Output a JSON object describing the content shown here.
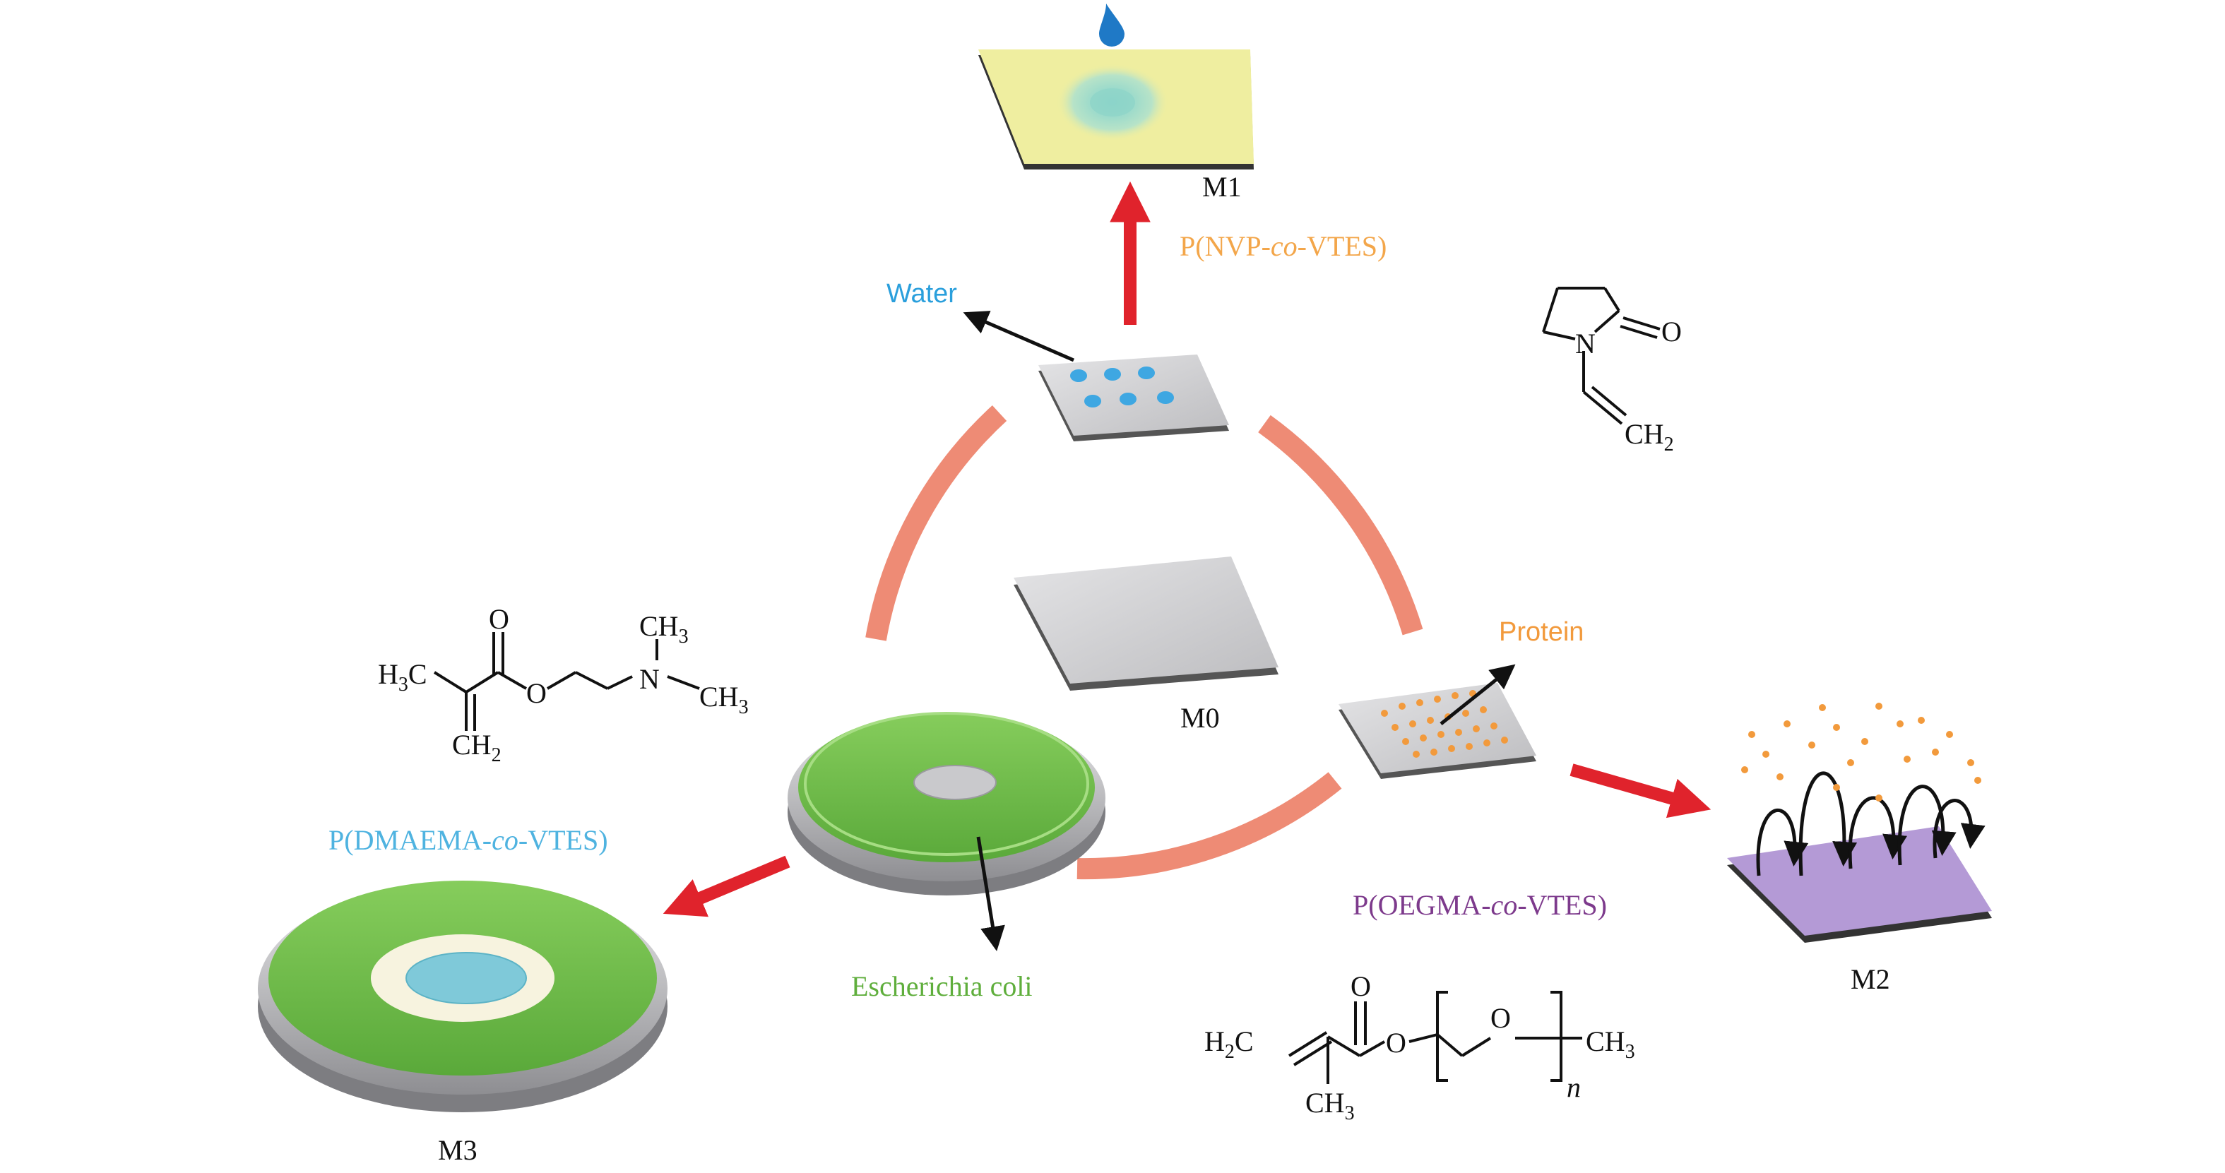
{
  "labels": {
    "m0": "M0",
    "m1": "M1",
    "m2": "M2",
    "m3": "M3",
    "water": "Water",
    "protein": "Protein",
    "ecoli": "Escherichia coli"
  },
  "copolymers": {
    "nvp": {
      "pre": "P(NVP-",
      "co": "co",
      "post": "-VTES)",
      "color": "#f3a64a"
    },
    "oegma": {
      "pre": "P(OEGMA-",
      "co": "co",
      "post": "-VTES)",
      "color": "#7d3a8c"
    },
    "dmaema": {
      "pre": "P(DMAEMA-",
      "co": "co",
      "post": "-VTES)",
      "color": "#4fb3e0"
    }
  },
  "molecules": {
    "nvp": {
      "n": "N",
      "o": "O",
      "ch2": "CH",
      "ch2_sub": "2"
    },
    "dmaema": {
      "o_top": "O",
      "h3c": "H",
      "h3c_sub": "3",
      "h3c_c": "C",
      "o_ester": "O",
      "n": "N",
      "ch3a": "CH",
      "ch3a_sub": "3",
      "ch3b": "CH",
      "ch3b_sub": "3",
      "ch2": "CH",
      "ch2_sub": "2"
    },
    "oegma": {
      "o_top": "O",
      "h2c": "H",
      "h2c_sub": "2",
      "h2c_c": "C",
      "o_ester": "O",
      "o_chain": "O",
      "ch3_end": "CH",
      "ch3_end_sub": "3",
      "ch3_bot": "CH",
      "ch3_bot_sub": "3",
      "n": "n"
    }
  },
  "colors": {
    "ring": "#ee8b75",
    "red_arrow": "#e0232c",
    "water_drop": "#3ea7e2",
    "protein_dot": "#f29a3c",
    "m1_surface": "#efeea0",
    "m2_surface": "#b49ad6",
    "petri_green": "#72bf4a",
    "gray_plate": "#cfcfd1"
  }
}
